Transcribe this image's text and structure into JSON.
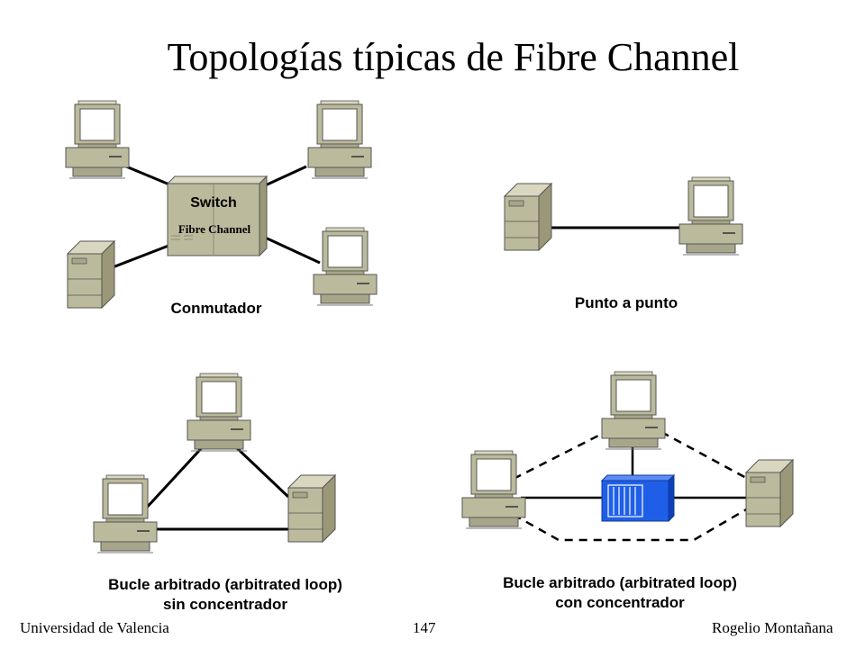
{
  "title": "Topologías típicas de Fibre Channel",
  "switch": {
    "label": "Switch",
    "sublabel": "Fibre Channel"
  },
  "captions": {
    "switched": "Conmutador",
    "point_to_point": "Punto a punto",
    "loop_no_hub_line1": "Bucle arbitrado (arbitrated loop)",
    "loop_no_hub_line2": "sin concentrador",
    "loop_hub_line1": "Bucle arbitrado (arbitrated loop)",
    "loop_hub_line2": "con concentrador"
  },
  "footer": {
    "left": "Universidad de Valencia",
    "center": "147",
    "right": "Rogelio Montañana"
  },
  "colors": {
    "device": "#b9b799",
    "device_dark": "#8f8d72",
    "hub": "#1f5fe8"
  }
}
